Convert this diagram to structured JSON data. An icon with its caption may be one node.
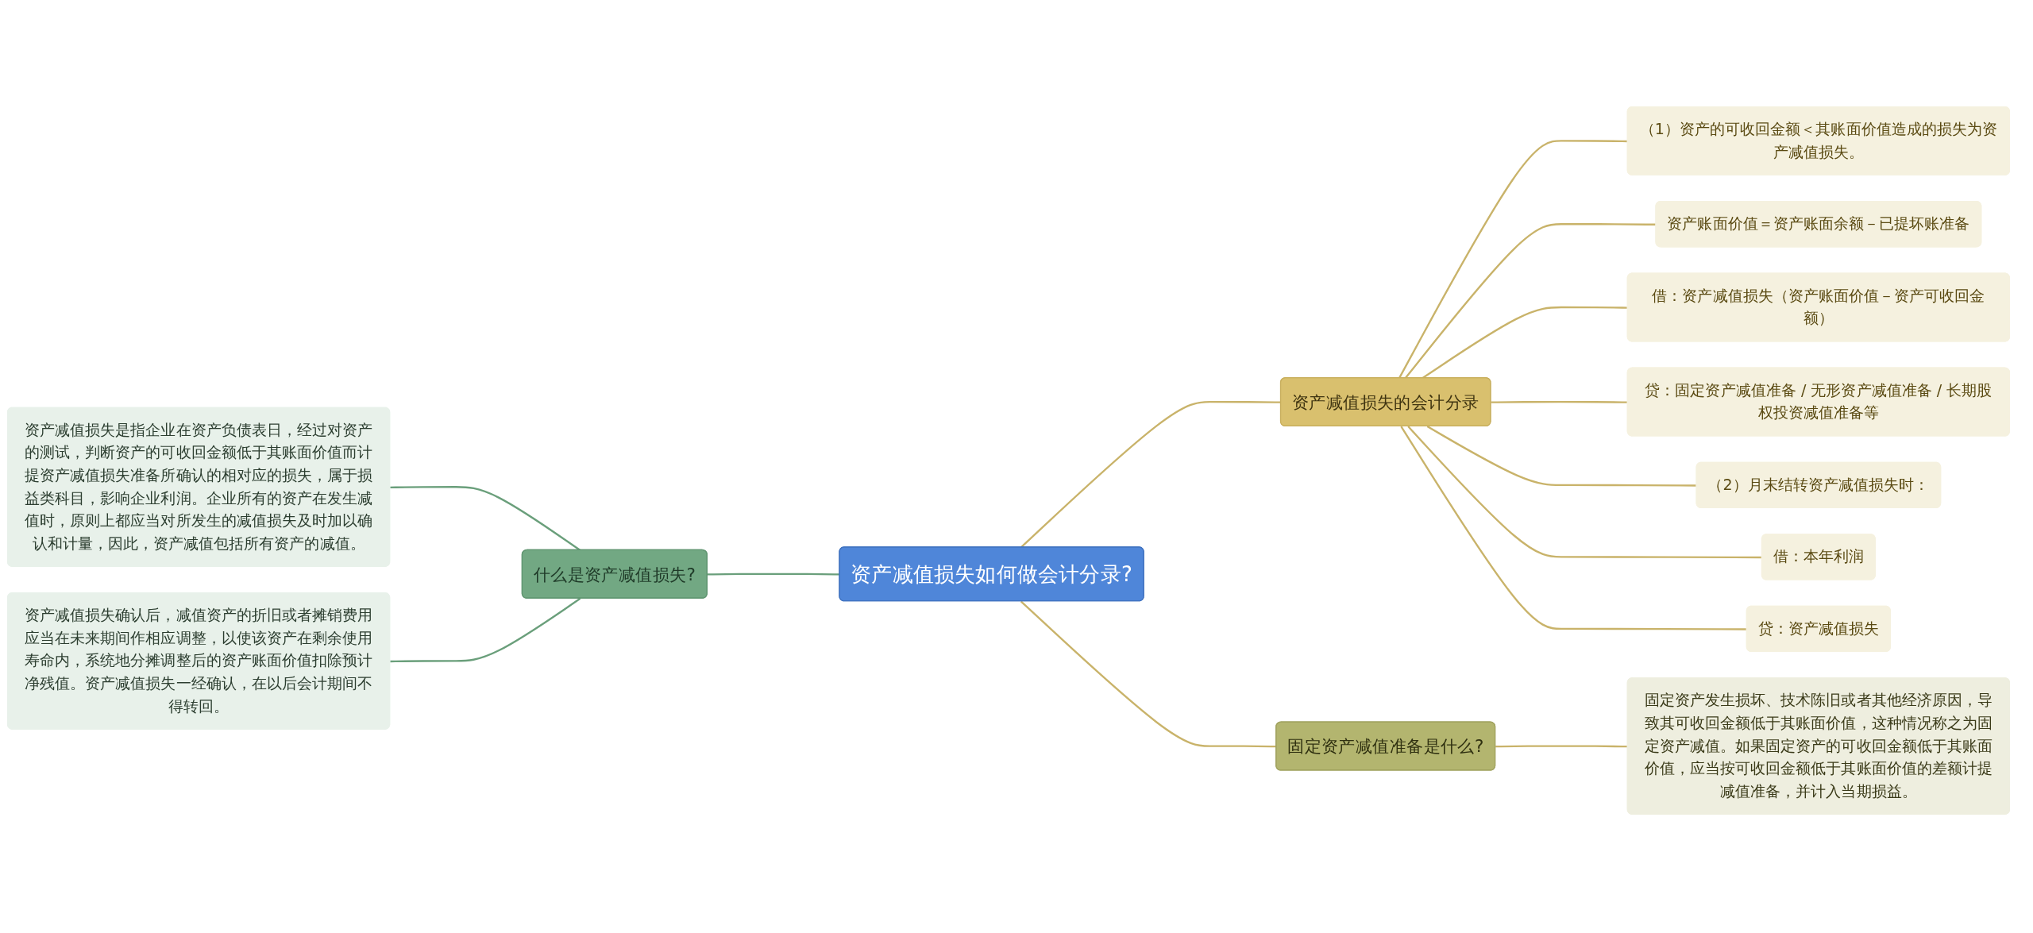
{
  "diagram": {
    "nodes": [
      {
        "text": [
          "资产减值损失如何做会计分录?"
        ]
      },
      {
        "text": [
          "什么是资产减值损失?"
        ]
      },
      {
        "text": [
          "资产减值损失是指企业在资产负债表日，经过对资产的测试，判断资产的可收回金额低于其账面价值而计提资产减值损失准备所确认的相对应的损失，属于损益类科目，影响企业利润。企业所有的资产在发生减值时，原则上都应当对所发生的减值损失及时加以确认和计量，因此，资产减值包括所有资产的减值。"
        ]
      },
      {
        "text": [
          "资产减值损失确认后，减值资产的折旧或者摊销费用应当在未来期间作相应调整，以使该资产在剩余使用寿命内，系统地分摊调整后的资产账面价值扣除预计净残值。资产减值损失一经确认，在以后会计期间不得转回。"
        ]
      },
      {
        "text": [
          "资产减值损失的会计分录"
        ]
      },
      {
        "text": [
          "（1）资产的可收回金额＜其账面价值造成的损失为资产减值损失。"
        ]
      },
      {
        "text": [
          "资产账面价值＝资产账面余额－已提坏账准备"
        ]
      },
      {
        "text": [
          "借：资产减值损失（资产账面价值－资产可收回金额）"
        ]
      },
      {
        "text": [
          "贷：固定资产减值准备 / 无形资产减值准备 / 长期股权投资减值准备等"
        ]
      },
      {
        "text": [
          "（2）月末结转资产减值损失时："
        ]
      },
      {
        "text": [
          "借：本年利润"
        ]
      },
      {
        "text": [
          "贷：资产减值损失"
        ]
      },
      {
        "text": [
          "固定资产减值准备是什么?"
        ]
      },
      {
        "text": [
          "固定资产发生损坏、技术陈旧或者其他经济原因，导致其可收回金额低于其账面价值，这种情况称之为固定资产减值。如果固定资产的可收回金额低于其账面价值，应当按可收回金额低于其账面价值的差额计提减值准备，并计入当期损益。"
        ]
      }
    ],
    "edges": [
      {
        "from": 2,
        "to": 1,
        "arrow": "none",
        "color": "#6a9f7b"
      },
      {
        "from": 3,
        "to": 1,
        "arrow": "none",
        "color": "#6a9f7b"
      },
      {
        "from": 1,
        "to": 0,
        "arrow": "none",
        "color": "#6a9f7b"
      },
      {
        "from": 0,
        "to": 4,
        "arrow": "none"
      },
      {
        "from": 0,
        "to": 12,
        "arrow": "none"
      },
      {
        "from": 4,
        "to": 5,
        "arrow": "none"
      },
      {
        "from": 4,
        "to": 6,
        "arrow": "none"
      },
      {
        "from": 4,
        "to": 7,
        "arrow": "none"
      },
      {
        "from": 4,
        "to": 8,
        "arrow": "none"
      },
      {
        "from": 4,
        "to": 9,
        "arrow": "none"
      },
      {
        "from": 4,
        "to": 10,
        "arrow": "none"
      },
      {
        "from": 4,
        "to": 11,
        "arrow": "none"
      },
      {
        "from": 12,
        "to": 13,
        "arrow": "none"
      }
    ]
  }
}
